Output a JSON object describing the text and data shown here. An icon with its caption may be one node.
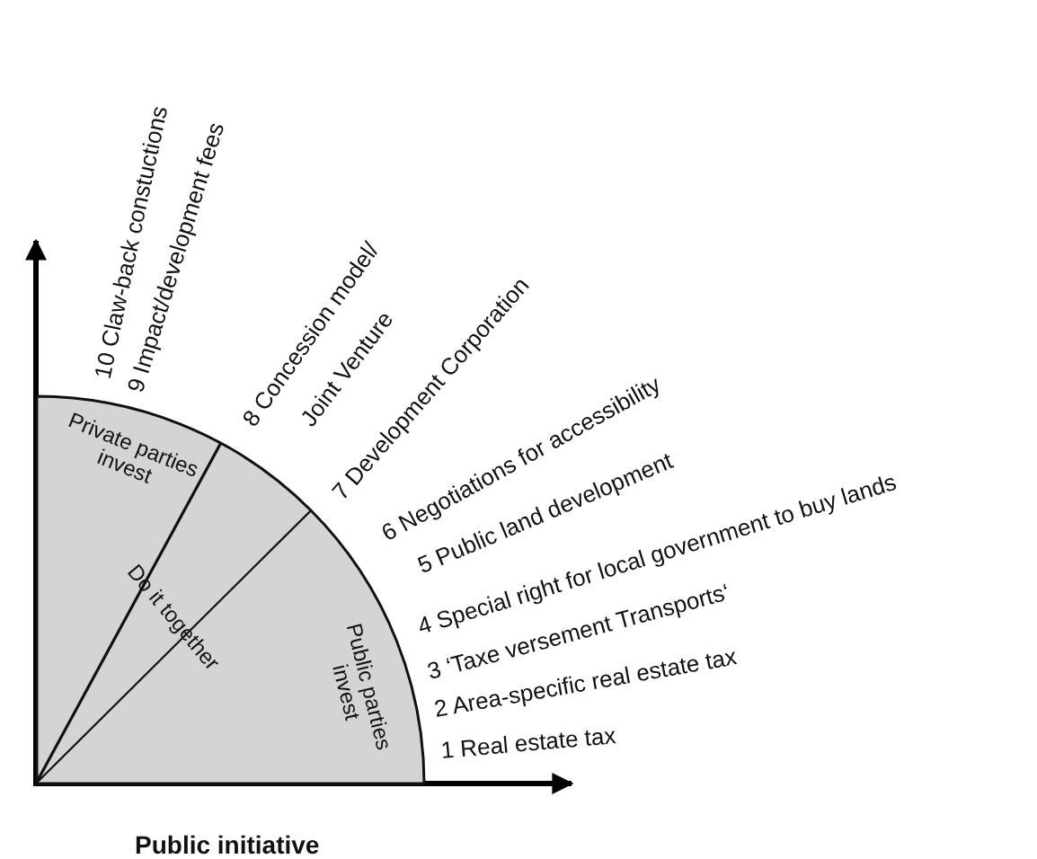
{
  "diagram": {
    "nodes": [
      {
        "text": [
          "Private parties invest",
          "Do it together",
          "Public parties invest"
        ]
      }
    ],
    "labels": [
      "10 Claw-back constuctions",
      "9 Impact/development fees",
      "8 Concession model/",
      "Joint Venture",
      "7 Development Corporation",
      "6 Negotiations for accessibility",
      "5 Public land development",
      "4 Special right for local government to buy lands",
      "3 ‘Taxe versement Transports‘",
      "2 Area-specific real estate tax",
      "1 Real estate tax",
      "Public initiative"
    ]
  }
}
